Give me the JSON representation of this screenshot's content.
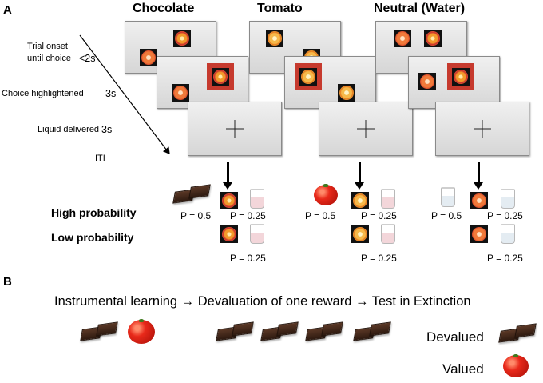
{
  "panel_a": {
    "letter": "A",
    "columns": [
      "Chocolate",
      "Tomato",
      "Neutral (Water)"
    ],
    "timing": {
      "trial_onset_line1": "Trial onset",
      "trial_onset_line2": "until choice",
      "trial_onset_duration": "<2s",
      "choice": "Choice highlightened",
      "choice_duration": "3s",
      "liquid": "Liquid delivered",
      "liquid_duration": "3s",
      "iti": "ITI"
    },
    "rows": {
      "high": "High probability",
      "low": "Low probability"
    },
    "probabilities": {
      "high_left": "P = 0.5",
      "high_right": "P = 0.25",
      "low_right": "P = 0.25"
    }
  },
  "panel_b": {
    "letter": "B",
    "pipeline": "Instrumental learning → Devaluation of one reward → Test in Extinction",
    "devalued": "Devalued",
    "valued": "Valued"
  }
}
